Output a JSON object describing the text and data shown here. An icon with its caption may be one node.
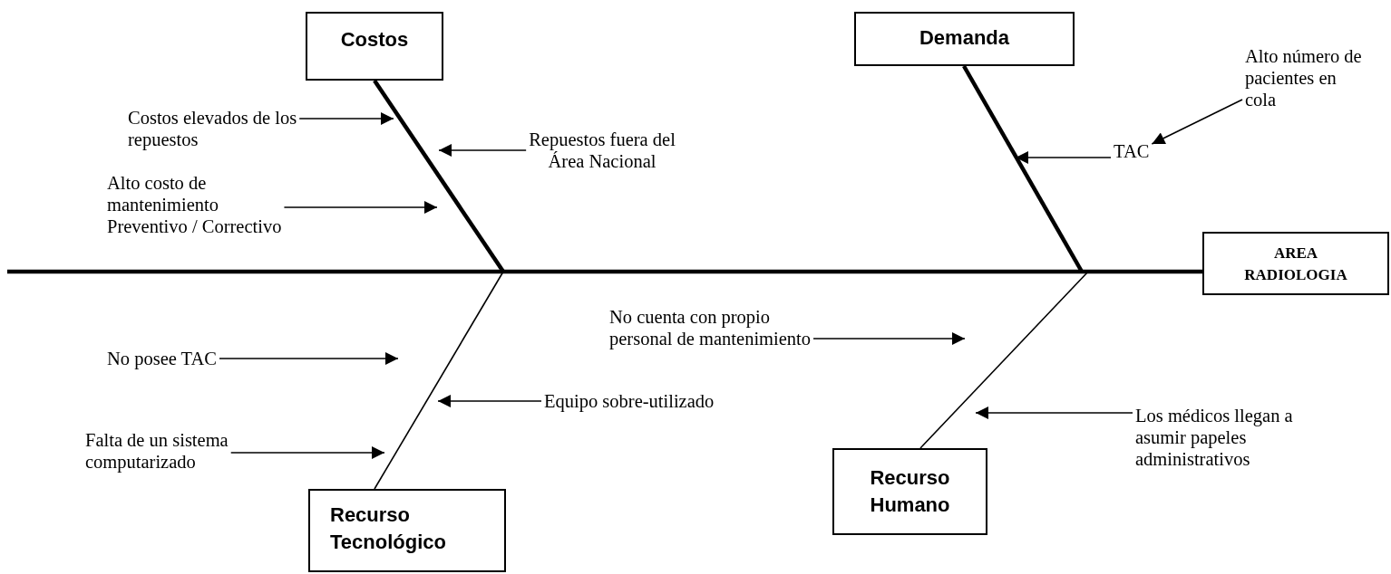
{
  "diagram": {
    "nodes": [
      {
        "text": [
          "Costos"
        ]
      },
      {
        "text": [
          "Demanda"
        ]
      },
      {
        "text": [
          "AREA RADIOLOGIA"
        ]
      },
      {
        "text": [
          "Recurso Tecnológico"
        ]
      },
      {
        "text": [
          "Recurso Humano"
        ]
      },
      {
        "text": [
          "Costos elevados de los repuestos"
        ]
      },
      {
        "text": [
          "Repuestos fuera del Área Nacional"
        ]
      },
      {
        "text": [
          "Alto costo de mantenimiento Preventivo / Correctivo"
        ]
      },
      {
        "text": [
          "Alto número de pacientes en cola"
        ]
      },
      {
        "text": [
          "TAC"
        ]
      },
      {
        "text": [
          "No posee TAC"
        ]
      },
      {
        "text": [
          "Equipo sobre-utilizado"
        ]
      },
      {
        "text": [
          "No cuenta con propio personal de mantenimiento"
        ]
      },
      {
        "text": [
          "Falta de un sistema computarizado"
        ]
      },
      {
        "text": [
          "Los médicos llegan a asumir papeles administrativos"
        ]
      }
    ],
    "edges": [
      {
        "from": 0,
        "to": null,
        "arrow": "none",
        "style": "thick"
      },
      {
        "from": 1,
        "to": null,
        "arrow": "none",
        "style": "thick"
      },
      {
        "from": null,
        "to": 2,
        "arrow": "none",
        "style": "thick"
      },
      {
        "from": 3,
        "to": null,
        "arrow": "none"
      },
      {
        "from": 4,
        "to": null,
        "arrow": "none"
      },
      {
        "from": 5,
        "to": null,
        "arrow": "to"
      },
      {
        "from": 6,
        "to": null,
        "arrow": "to"
      },
      {
        "from": 7,
        "to": null,
        "arrow": "to"
      },
      {
        "from": 8,
        "to": 9,
        "arrow": "to"
      },
      {
        "from": 9,
        "to": null,
        "arrow": "to"
      },
      {
        "from": 10,
        "to": null,
        "arrow": "to"
      },
      {
        "from": 11,
        "to": null,
        "arrow": "to"
      },
      {
        "from": 12,
        "to": null,
        "arrow": "to"
      },
      {
        "from": 13,
        "to": null,
        "arrow": "to"
      },
      {
        "from": 14,
        "to": null,
        "arrow": "to"
      }
    ]
  }
}
